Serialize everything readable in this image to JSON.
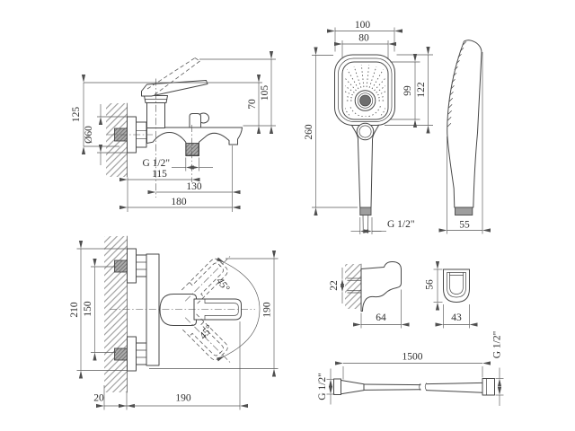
{
  "page": {
    "background": "#ffffff",
    "line_color": "#474747",
    "dim_color": "#565656",
    "text_color": "#2d2d2d",
    "hatch_color": "#8f8f8f",
    "metal_fill": "#ababab"
  },
  "drawing": {
    "views": {
      "mixer_side": {
        "dims": {
          "height_to_handle": "125",
          "escutcheon_diameter": "Ø60",
          "handle_height": "70",
          "handle_raised_height": "105",
          "shower_outlet_thread": "G 1/2\"",
          "wall_to_shower_outlet": "115",
          "body_center_to_spout": "130",
          "wall_to_spout": "180"
        }
      },
      "handshower_front": {
        "dims": {
          "head_width": "100",
          "face_width": "80",
          "total_length": "260",
          "face_height": "99",
          "head_height": "122",
          "handle_thread": "G 1/2\""
        }
      },
      "handshower_side": {
        "dims": {
          "head_depth": "55"
        }
      },
      "mixer_front": {
        "dims": {
          "overall_height": "210",
          "mounting_centers": "150",
          "handle_swing_upper": "45°",
          "handle_swing_lower": "45°",
          "swing_envelope": "190",
          "wall_clearance": "20",
          "projection": "190"
        }
      },
      "bracket_side": {
        "dims": {
          "pin_spacing": "22",
          "depth": "64"
        }
      },
      "bracket_front": {
        "dims": {
          "height": "56",
          "width": "43"
        }
      },
      "hose": {
        "dims": {
          "length": "1500",
          "thread_end_left": "G 1/2\"",
          "thread_end_right": "G 1/2\""
        }
      }
    }
  }
}
